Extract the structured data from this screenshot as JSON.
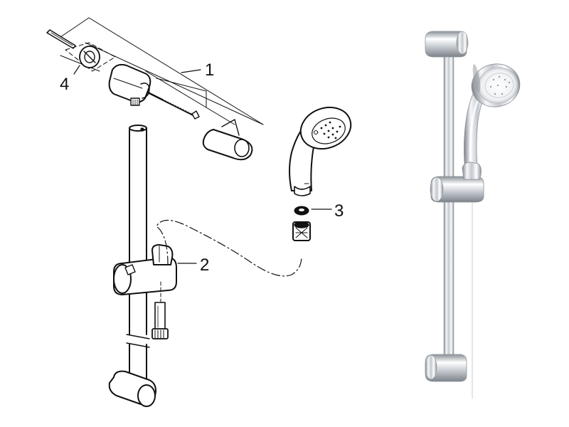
{
  "callouts": {
    "part_1": "1",
    "part_2": "2",
    "part_3": "3",
    "part_4": "4"
  },
  "colors": {
    "line": "#111111",
    "chrome_dark": "#8a8f95",
    "chrome_mid": "#c9cdd2",
    "chrome_light": "#f4f5f7"
  }
}
